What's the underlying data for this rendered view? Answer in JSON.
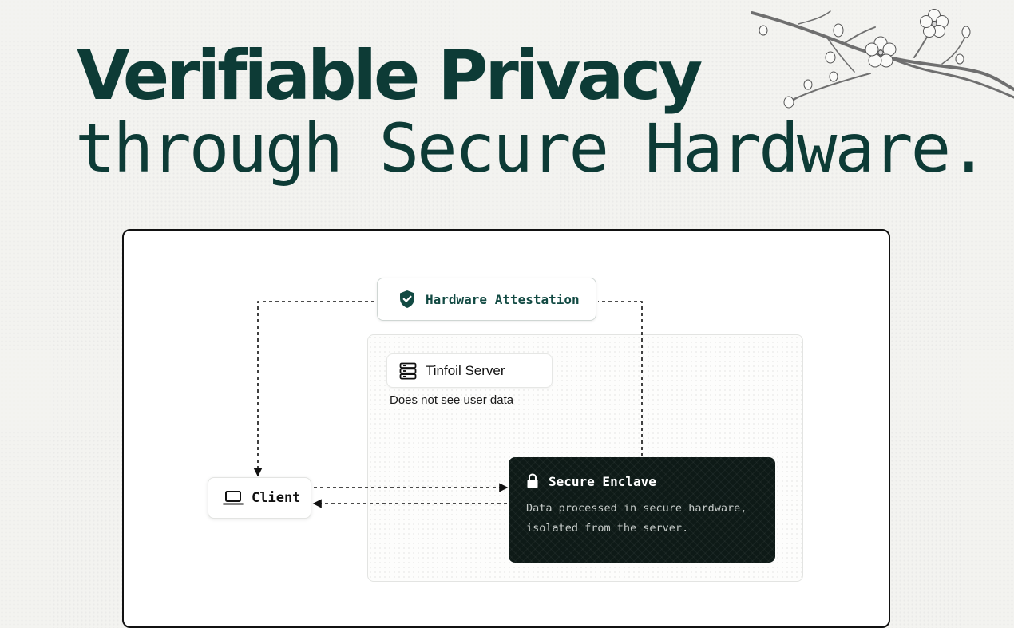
{
  "hero": {
    "title": "Verifiable Privacy",
    "subtitle": "through Secure Hardware."
  },
  "diagram": {
    "attestation": {
      "label": "Hardware Attestation",
      "icon": "shield-check-icon"
    },
    "server": {
      "label": "Tinfoil Server",
      "note": "Does not see user data",
      "icon": "server-stack-icon"
    },
    "client": {
      "label": "Client",
      "icon": "laptop-icon"
    },
    "enclave": {
      "title": "Secure Enclave",
      "description": "Data processed in secure hardware,\nisolated from the server.",
      "icon": "lock-icon"
    }
  },
  "colors": {
    "brand_dark_green": "#0d3b36",
    "background": "#f3f3f0",
    "enclave_bg": "#0e1a17"
  },
  "decoration": {
    "branch": "cherry-blossom-branch-illustration"
  }
}
